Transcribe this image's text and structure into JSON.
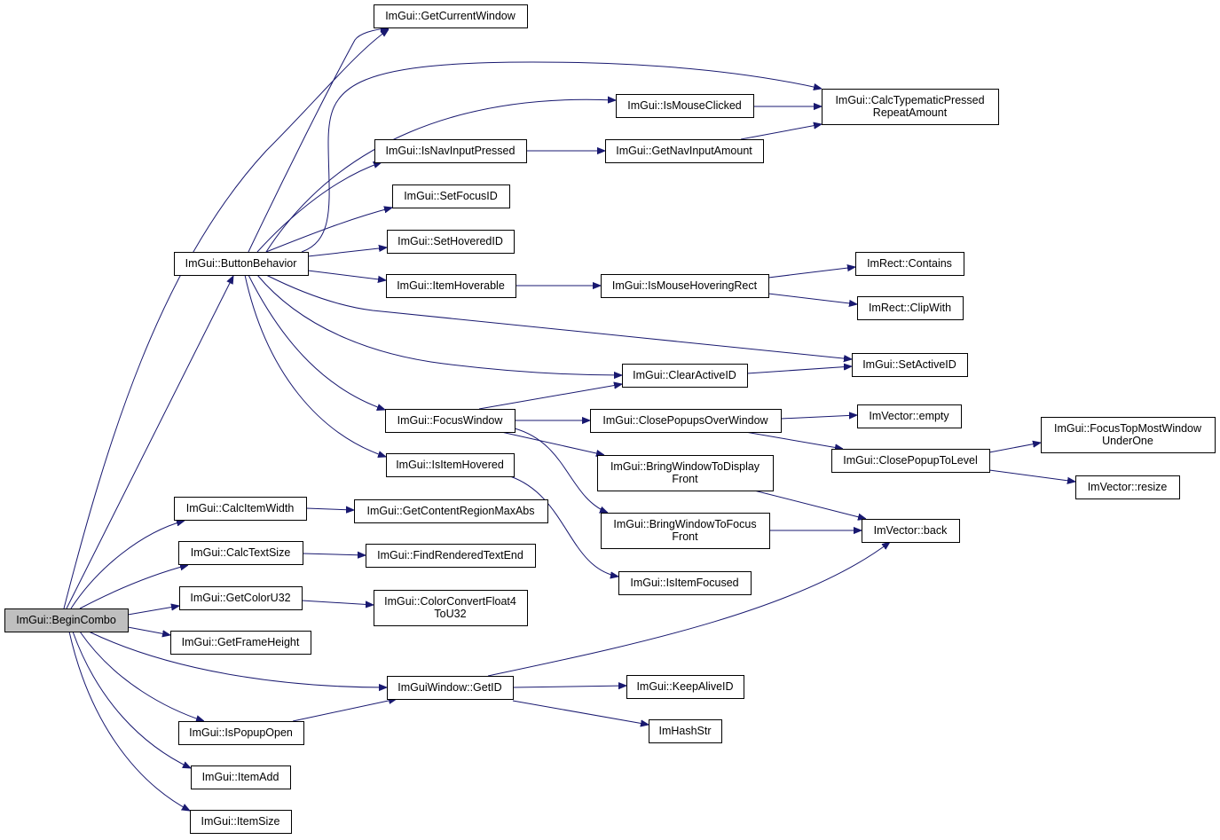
{
  "graph": {
    "title": "",
    "nodes": [
      {
        "id": "begin_combo",
        "label": [
          "ImGui::BeginCombo"
        ],
        "root": true
      },
      {
        "id": "button_behavior",
        "label": [
          "ImGui::ButtonBehavior"
        ]
      },
      {
        "id": "get_current_window",
        "label": [
          "ImGui::GetCurrentWindow"
        ]
      },
      {
        "id": "calc_typematic",
        "label": [
          "ImGui::CalcTypematicPressed",
          "RepeatAmount"
        ]
      },
      {
        "id": "is_mouse_clicked",
        "label": [
          "ImGui::IsMouseClicked"
        ]
      },
      {
        "id": "is_nav_input_pressed",
        "label": [
          "ImGui::IsNavInputPressed"
        ]
      },
      {
        "id": "get_nav_input_amount",
        "label": [
          "ImGui::GetNavInputAmount"
        ]
      },
      {
        "id": "set_focus_id",
        "label": [
          "ImGui::SetFocusID"
        ]
      },
      {
        "id": "set_hovered_id",
        "label": [
          "ImGui::SetHoveredID"
        ]
      },
      {
        "id": "item_hoverable",
        "label": [
          "ImGui::ItemHoverable"
        ]
      },
      {
        "id": "is_mouse_hovering_rect",
        "label": [
          "ImGui::IsMouseHoveringRect"
        ]
      },
      {
        "id": "imrect_contains",
        "label": [
          "ImRect::Contains"
        ]
      },
      {
        "id": "imrect_clipwith",
        "label": [
          "ImRect::ClipWith"
        ]
      },
      {
        "id": "set_active_id",
        "label": [
          "ImGui::SetActiveID"
        ]
      },
      {
        "id": "clear_active_id",
        "label": [
          "ImGui::ClearActiveID"
        ]
      },
      {
        "id": "focus_window",
        "label": [
          "ImGui::FocusWindow"
        ]
      },
      {
        "id": "close_popups_over_window",
        "label": [
          "ImGui::ClosePopupsOverWindow"
        ]
      },
      {
        "id": "imvector_empty",
        "label": [
          "ImVector::empty"
        ]
      },
      {
        "id": "close_popup_to_level",
        "label": [
          "ImGui::ClosePopupToLevel"
        ]
      },
      {
        "id": "focus_top_most_window",
        "label": [
          "ImGui::FocusTopMostWindow",
          "UnderOne"
        ]
      },
      {
        "id": "imvector_resize",
        "label": [
          "ImVector::resize"
        ]
      },
      {
        "id": "bring_window_to_display_front",
        "label": [
          "ImGui::BringWindowToDisplay",
          "Front"
        ]
      },
      {
        "id": "bring_window_to_focus_front",
        "label": [
          "ImGui::BringWindowToFocus",
          "Front"
        ]
      },
      {
        "id": "imvector_back",
        "label": [
          "ImVector::back"
        ]
      },
      {
        "id": "is_item_hovered",
        "label": [
          "ImGui::IsItemHovered"
        ]
      },
      {
        "id": "is_item_focused",
        "label": [
          "ImGui::IsItemFocused"
        ]
      },
      {
        "id": "calc_item_width",
        "label": [
          "ImGui::CalcItemWidth"
        ]
      },
      {
        "id": "get_content_region_max_abs",
        "label": [
          "ImGui::GetContentRegionMaxAbs"
        ]
      },
      {
        "id": "calc_text_size",
        "label": [
          "ImGui::CalcTextSize"
        ]
      },
      {
        "id": "find_rendered_text_end",
        "label": [
          "ImGui::FindRenderedTextEnd"
        ]
      },
      {
        "id": "get_color_u32",
        "label": [
          "ImGui::GetColorU32"
        ]
      },
      {
        "id": "color_convert_float4",
        "label": [
          "ImGui::ColorConvertFloat4",
          "ToU32"
        ]
      },
      {
        "id": "get_frame_height",
        "label": [
          "ImGui::GetFrameHeight"
        ]
      },
      {
        "id": "imguiwindow_getid",
        "label": [
          "ImGuiWindow::GetID"
        ]
      },
      {
        "id": "keep_alive_id",
        "label": [
          "ImGui::KeepAliveID"
        ]
      },
      {
        "id": "imhashstr",
        "label": [
          "ImHashStr"
        ]
      },
      {
        "id": "is_popup_open",
        "label": [
          "ImGui::IsPopupOpen"
        ]
      },
      {
        "id": "item_add",
        "label": [
          "ImGui::ItemAdd"
        ]
      },
      {
        "id": "item_size",
        "label": [
          "ImGui::ItemSize"
        ]
      }
    ],
    "edges": [
      [
        "begin_combo",
        "button_behavior"
      ],
      [
        "begin_combo",
        "get_current_window"
      ],
      [
        "begin_combo",
        "calc_item_width"
      ],
      [
        "begin_combo",
        "calc_text_size"
      ],
      [
        "begin_combo",
        "get_color_u32"
      ],
      [
        "begin_combo",
        "get_frame_height"
      ],
      [
        "begin_combo",
        "imguiwindow_getid"
      ],
      [
        "begin_combo",
        "is_popup_open"
      ],
      [
        "begin_combo",
        "item_add"
      ],
      [
        "begin_combo",
        "item_size"
      ],
      [
        "button_behavior",
        "get_current_window"
      ],
      [
        "button_behavior",
        "calc_typematic"
      ],
      [
        "button_behavior",
        "is_mouse_clicked"
      ],
      [
        "button_behavior",
        "is_nav_input_pressed"
      ],
      [
        "button_behavior",
        "set_focus_id"
      ],
      [
        "button_behavior",
        "set_hovered_id"
      ],
      [
        "button_behavior",
        "item_hoverable"
      ],
      [
        "button_behavior",
        "set_active_id"
      ],
      [
        "button_behavior",
        "clear_active_id"
      ],
      [
        "button_behavior",
        "focus_window"
      ],
      [
        "button_behavior",
        "is_item_hovered"
      ],
      [
        "is_mouse_clicked",
        "calc_typematic"
      ],
      [
        "is_nav_input_pressed",
        "get_nav_input_amount"
      ],
      [
        "get_nav_input_amount",
        "calc_typematic"
      ],
      [
        "item_hoverable",
        "is_mouse_hovering_rect"
      ],
      [
        "is_mouse_hovering_rect",
        "imrect_contains"
      ],
      [
        "is_mouse_hovering_rect",
        "imrect_clipwith"
      ],
      [
        "clear_active_id",
        "set_active_id"
      ],
      [
        "focus_window",
        "clear_active_id"
      ],
      [
        "focus_window",
        "close_popups_over_window"
      ],
      [
        "focus_window",
        "bring_window_to_display_front"
      ],
      [
        "focus_window",
        "bring_window_to_focus_front"
      ],
      [
        "close_popups_over_window",
        "imvector_empty"
      ],
      [
        "close_popups_over_window",
        "close_popup_to_level"
      ],
      [
        "close_popup_to_level",
        "focus_top_most_window"
      ],
      [
        "close_popup_to_level",
        "imvector_resize"
      ],
      [
        "bring_window_to_display_front",
        "imvector_back"
      ],
      [
        "bring_window_to_focus_front",
        "imvector_back"
      ],
      [
        "is_item_hovered",
        "is_item_focused"
      ],
      [
        "calc_item_width",
        "get_content_region_max_abs"
      ],
      [
        "calc_text_size",
        "find_rendered_text_end"
      ],
      [
        "get_color_u32",
        "color_convert_float4"
      ],
      [
        "imguiwindow_getid",
        "keep_alive_id"
      ],
      [
        "imguiwindow_getid",
        "imhashstr"
      ],
      [
        "imguiwindow_getid",
        "imvector_back"
      ],
      [
        "is_popup_open",
        "imguiwindow_getid"
      ]
    ]
  }
}
